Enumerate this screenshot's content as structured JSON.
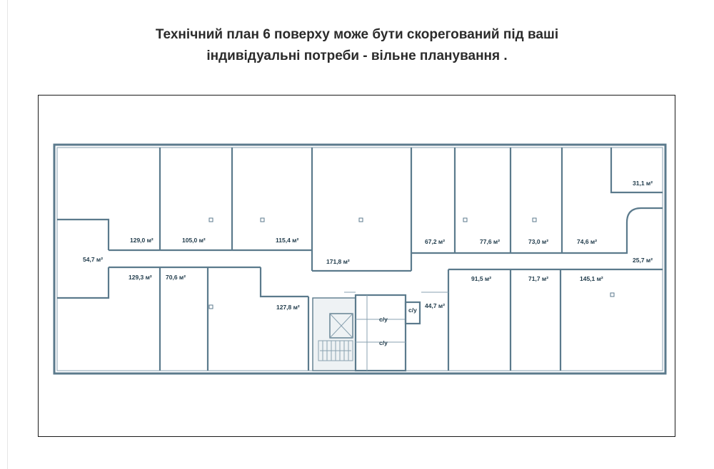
{
  "title": {
    "line1": "Технічний план 6 поверху може бути скорегований під ваші",
    "line2": "індивідуальні потреби - вільне планування ."
  },
  "colors": {
    "walls": "#5b7a8c",
    "labels": "#1f3a4a",
    "frame": "#1a1a1a"
  },
  "rooms": [
    {
      "id": "r1",
      "label": "129,0 м²"
    },
    {
      "id": "r2",
      "label": "105,0 м²"
    },
    {
      "id": "r3",
      "label": "115,4 м²"
    },
    {
      "id": "r4",
      "label": "171,8 м²"
    },
    {
      "id": "r5",
      "label": "67,2 м²"
    },
    {
      "id": "r6",
      "label": "77,6 м²"
    },
    {
      "id": "r7",
      "label": "73,0 м²"
    },
    {
      "id": "r8",
      "label": "74,6 м²"
    },
    {
      "id": "r9",
      "label": "31,1 м²"
    },
    {
      "id": "r10",
      "label": "25,7 м²"
    },
    {
      "id": "r11",
      "label": "54,7 м²"
    },
    {
      "id": "r12",
      "label": "129,3 м²"
    },
    {
      "id": "r13",
      "label": "70,6 м²"
    },
    {
      "id": "r14",
      "label": "127,8 м²"
    },
    {
      "id": "r15",
      "label": "91,5 м²"
    },
    {
      "id": "r16",
      "label": "71,7 м²"
    },
    {
      "id": "r17",
      "label": "145,1 м²"
    },
    {
      "id": "r18",
      "label": "44,7 м²"
    },
    {
      "id": "wc1",
      "label": "с/у"
    },
    {
      "id": "wc2",
      "label": "с/у"
    },
    {
      "id": "wc3",
      "label": "с/у"
    }
  ]
}
